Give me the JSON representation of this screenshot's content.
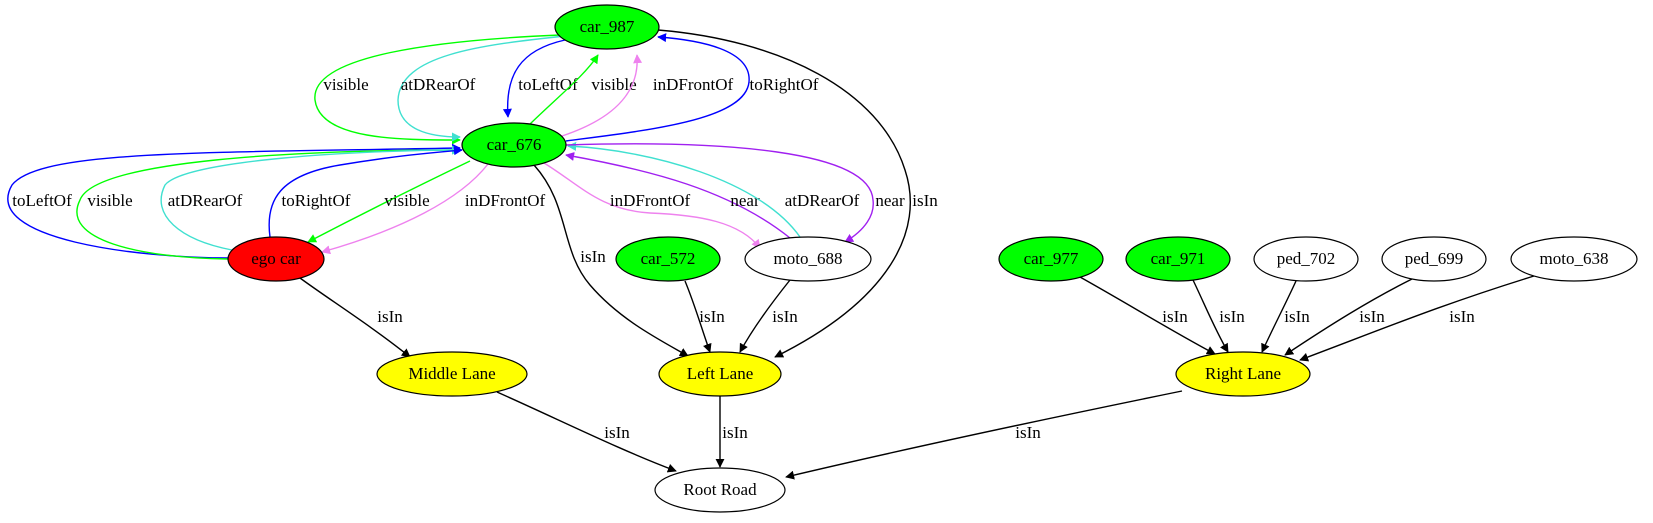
{
  "colors": {
    "black": "#000000",
    "blue": "#0000ff",
    "green": "#00ff00",
    "cyan": "#40e0d0",
    "violet": "#ee82ee",
    "purple": "#a020f0",
    "node_green": "#00ff00",
    "node_red": "#ff0000",
    "node_yellow": "#ffff00",
    "node_white": "#ffffff"
  },
  "nodes": [
    {
      "id": "car_987",
      "label": "car_987",
      "fill": "#00ff00"
    },
    {
      "id": "car_676",
      "label": "car_676",
      "fill": "#00ff00"
    },
    {
      "id": "ego_car",
      "label": "ego car",
      "fill": "#ff0000"
    },
    {
      "id": "car_572",
      "label": "car_572",
      "fill": "#00ff00"
    },
    {
      "id": "moto_688",
      "label": "moto_688",
      "fill": "#ffffff"
    },
    {
      "id": "car_977",
      "label": "car_977",
      "fill": "#00ff00"
    },
    {
      "id": "car_971",
      "label": "car_971",
      "fill": "#00ff00"
    },
    {
      "id": "ped_702",
      "label": "ped_702",
      "fill": "#ffffff"
    },
    {
      "id": "ped_699",
      "label": "ped_699",
      "fill": "#ffffff"
    },
    {
      "id": "moto_638",
      "label": "moto_638",
      "fill": "#ffffff"
    },
    {
      "id": "middle_lane",
      "label": "Middle Lane",
      "fill": "#ffff00"
    },
    {
      "id": "left_lane",
      "label": "Left Lane",
      "fill": "#ffff00"
    },
    {
      "id": "right_lane",
      "label": "Right Lane",
      "fill": "#ffff00"
    },
    {
      "id": "root_road",
      "label": "Root Road",
      "fill": "#ffffff"
    }
  ],
  "edges": [
    {
      "id": "e1",
      "from": "car_987",
      "to": "car_676",
      "label": "visible",
      "color": "green"
    },
    {
      "id": "e2",
      "from": "car_987",
      "to": "car_676",
      "label": "atDRearOf",
      "color": "cyan"
    },
    {
      "id": "e3",
      "from": "car_987",
      "to": "car_676",
      "label": "toLeftOf",
      "color": "blue"
    },
    {
      "id": "e4",
      "from": "car_676",
      "to": "car_987",
      "label": "visible",
      "color": "green"
    },
    {
      "id": "e5",
      "from": "car_676",
      "to": "car_987",
      "label": "inDFrontOf",
      "color": "violet"
    },
    {
      "id": "e6",
      "from": "car_676",
      "to": "car_987",
      "label": "toRightOf",
      "color": "blue"
    },
    {
      "id": "e7",
      "from": "car_987",
      "to": "left_lane",
      "label": "isIn",
      "color": "black"
    },
    {
      "id": "e8",
      "from": "ego_car",
      "to": "car_676",
      "label": "toLeftOf",
      "color": "blue"
    },
    {
      "id": "e9",
      "from": "ego_car",
      "to": "car_676",
      "label": "visible",
      "color": "green"
    },
    {
      "id": "e10",
      "from": "ego_car",
      "to": "car_676",
      "label": "atDRearOf",
      "color": "cyan"
    },
    {
      "id": "e11",
      "from": "ego_car",
      "to": "car_676",
      "label": "toRightOf",
      "color": "blue"
    },
    {
      "id": "e12",
      "from": "car_676",
      "to": "ego_car",
      "label": "visible",
      "color": "green"
    },
    {
      "id": "e13",
      "from": "car_676",
      "to": "ego_car",
      "label": "inDFrontOf",
      "color": "violet"
    },
    {
      "id": "e14",
      "from": "car_676",
      "to": "moto_688",
      "label": "inDFrontOf",
      "color": "violet"
    },
    {
      "id": "e15",
      "from": "moto_688",
      "to": "car_676",
      "label": "near",
      "color": "purple"
    },
    {
      "id": "e16",
      "from": "moto_688",
      "to": "car_676",
      "label": "atDRearOf",
      "color": "cyan"
    },
    {
      "id": "e17",
      "from": "car_676",
      "to": "moto_688",
      "label": "near",
      "color": "purple"
    },
    {
      "id": "e18",
      "from": "car_676",
      "to": "left_lane",
      "label": "isIn",
      "color": "black"
    },
    {
      "id": "e19",
      "from": "ego_car",
      "to": "middle_lane",
      "label": "isIn",
      "color": "black"
    },
    {
      "id": "e20",
      "from": "car_572",
      "to": "left_lane",
      "label": "isIn",
      "color": "black"
    },
    {
      "id": "e21",
      "from": "moto_688",
      "to": "left_lane",
      "label": "isIn",
      "color": "black"
    },
    {
      "id": "e22",
      "from": "car_977",
      "to": "right_lane",
      "label": "isIn",
      "color": "black"
    },
    {
      "id": "e23",
      "from": "car_971",
      "to": "right_lane",
      "label": "isIn",
      "color": "black"
    },
    {
      "id": "e24",
      "from": "ped_702",
      "to": "right_lane",
      "label": "isIn",
      "color": "black"
    },
    {
      "id": "e25",
      "from": "ped_699",
      "to": "right_lane",
      "label": "isIn",
      "color": "black"
    },
    {
      "id": "e26",
      "from": "moto_638",
      "to": "right_lane",
      "label": "isIn",
      "color": "black"
    },
    {
      "id": "e27",
      "from": "middle_lane",
      "to": "root_road",
      "label": "isIn",
      "color": "black"
    },
    {
      "id": "e28",
      "from": "left_lane",
      "to": "root_road",
      "label": "isIn",
      "color": "black"
    },
    {
      "id": "e29",
      "from": "right_lane",
      "to": "root_road",
      "label": "isIn",
      "color": "black"
    }
  ]
}
